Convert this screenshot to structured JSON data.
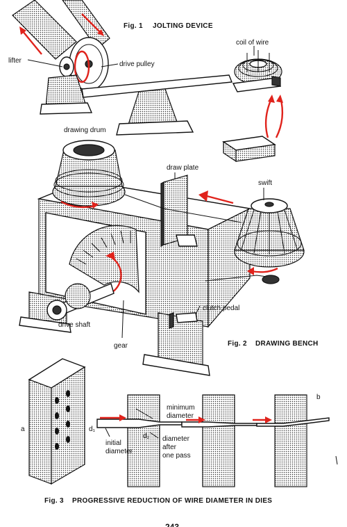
{
  "fig1": {
    "caption_num": "Fig. 1",
    "caption_title": "JOLTING DEVICE",
    "labels": {
      "lifter": "lifter",
      "drive_pulley": "drive pulley",
      "coil_of_wire": "coil of wire"
    }
  },
  "fig2": {
    "caption_num": "Fig. 2",
    "caption_title": "DRAWING BENCH",
    "labels": {
      "drawing_drum": "drawing drum",
      "draw_plate": "draw plate",
      "swift": "swift",
      "clutch_pedal": "clutch pedal",
      "drive_shaft": "drive shaft",
      "gear": "gear"
    }
  },
  "fig3": {
    "caption_num": "Fig. 3",
    "caption_title": "PROGRESSIVE REDUCTION OF WIRE DIAMETER IN DIES",
    "labels": {
      "a": "a",
      "b": "b",
      "d1": "d₁",
      "d2": "d₂",
      "minimum_diameter_1": "minimum",
      "minimum_diameter_2": "diameter",
      "initial_diameter_1": "initial",
      "initial_diameter_2": "diameter",
      "after_pass_1": "diameter",
      "after_pass_2": "after",
      "after_pass_3": "one pass"
    }
  },
  "page_number": "243",
  "colors": {
    "accent": "#e0231c",
    "ink": "#111111"
  }
}
